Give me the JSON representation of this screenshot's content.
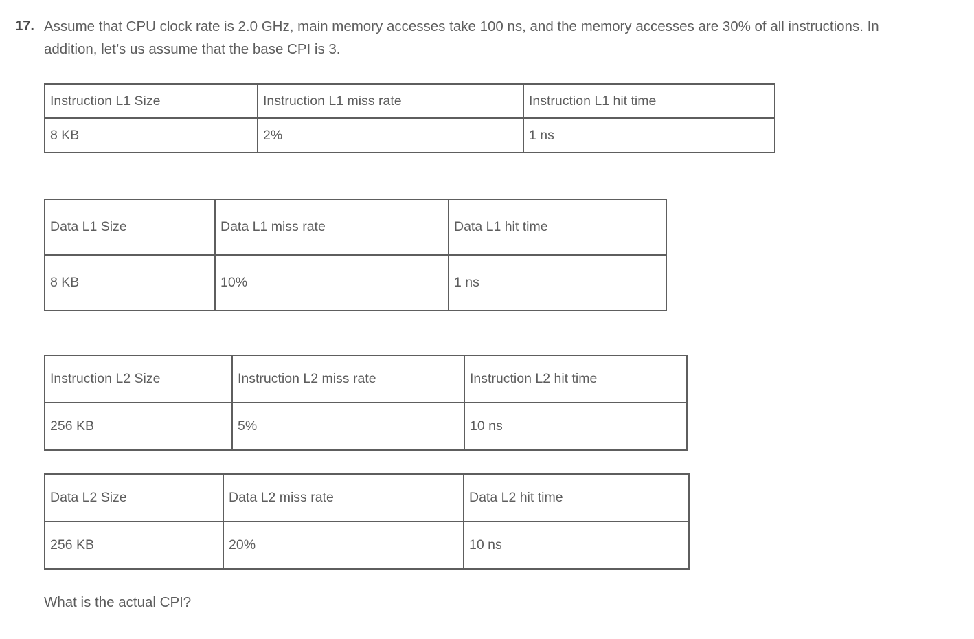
{
  "question": {
    "number": "17.",
    "stem": "Assume that CPU clock rate is 2.0 GHz, main memory accesses take 100 ns, and the memory accesses are 30% of all instructions. In addition, let’s us assume that the base CPI is 3.",
    "closing_prompt": "What is the actual CPI?"
  },
  "tables": [
    {
      "id": "instruction-l1",
      "headers": [
        "Instruction L1 Size",
        "Instruction L1 miss rate",
        "Instruction L1 hit time"
      ],
      "values": [
        "8 KB",
        "2%",
        "1 ns"
      ]
    },
    {
      "id": "data-l1",
      "headers": [
        "Data L1 Size",
        "Data L1 miss rate",
        "Data L1 hit time"
      ],
      "values": [
        "8 KB",
        "10%",
        "1 ns"
      ]
    },
    {
      "id": "instruction-l2",
      "headers": [
        "Instruction L2 Size",
        "Instruction L2 miss rate",
        "Instruction L2 hit time"
      ],
      "values": [
        "256 KB",
        "5%",
        "10 ns"
      ]
    },
    {
      "id": "data-l2",
      "headers": [
        "Data L2 Size",
        "Data L2 miss rate",
        "Data L2 hit time"
      ],
      "values": [
        "256 KB",
        "20%",
        "10 ns"
      ]
    }
  ],
  "colors": {
    "text": "#5d5d5d",
    "number_text": "#4a4a4a",
    "border": "#5e5e5e",
    "background": "#ffffff"
  }
}
